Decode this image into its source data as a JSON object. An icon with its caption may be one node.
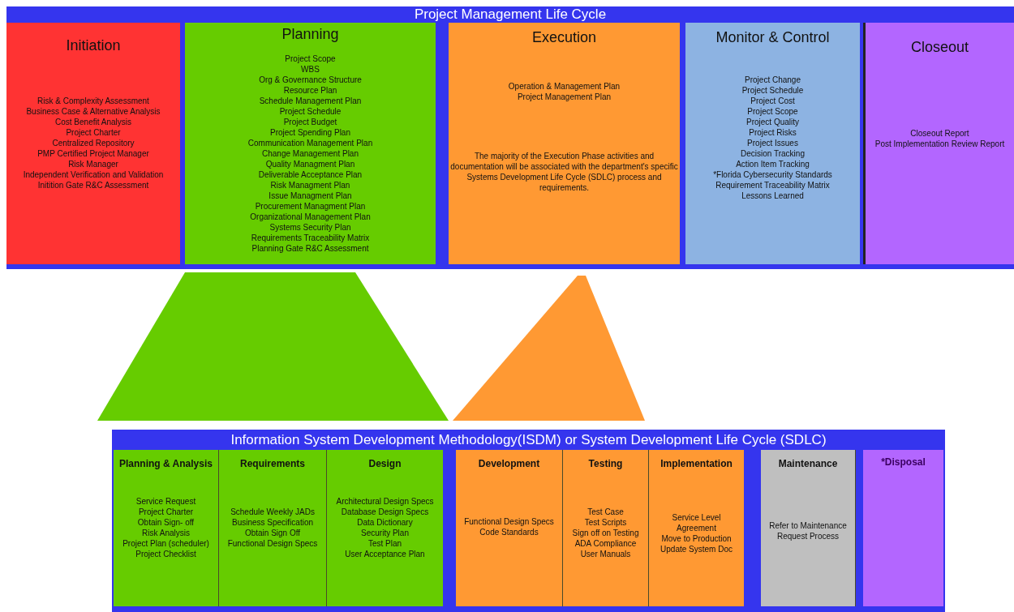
{
  "diagram": {
    "nodes": [
      {
        "text": [
          "Project Management Life Cycle"
        ]
      },
      {
        "text": [
          "Initiation",
          "Risk & Complexity Assessment",
          "Business  Case & Alternative Analysis",
          "Cost Benefit Analysis",
          "Project Charter",
          "Centralized Repository",
          "PMP Certified Project Manager",
          "Risk Manager",
          "Independent Verification and Validation",
          "Initition Gate R&C Assessment"
        ],
        "in": 0
      },
      {
        "text": [
          "Planning",
          "Project Scope",
          "WBS",
          "Org & Governance Structure",
          "Resource Plan",
          "Schedule Management Plan",
          "Project Schedule",
          "Project Budget",
          "Project Spending Plan",
          "Communication Management Plan",
          "Change Management Plan",
          "Quality Managment Plan",
          "Deliverable Acceptance Plan",
          "Risk Managment Plan",
          "Issue Managment Plan",
          "Procurement Managment Plan",
          "Organizational Management Plan",
          "Systems Security Plan",
          "Requirements Traceability Matrix",
          "Planning Gate R&C Assessment"
        ],
        "in": 0
      },
      {
        "text": [
          "Execution",
          "Operation & Management Plan",
          "Project Management Plan",
          "The majority of the Execution Phase activities and documentation will be associated with the department's specific Systems Development Life Cycle (SDLC) process and requirements."
        ],
        "in": 0
      },
      {
        "text": [
          "Monitor & Control",
          "Project Change",
          "Project Schedule",
          "Project Cost",
          "Project Scope",
          "Project Quality",
          "Project Risks",
          "Project Issues",
          "Decision Tracking",
          "Action Item Tracking",
          "*Florida Cybersecurity Standards",
          "Requirement Traceability Matrix",
          "Lessons Learned"
        ],
        "in": 0
      },
      {
        "text": [
          "Closeout",
          "Closeout Report",
          "Post Implementation Review Report"
        ],
        "in": 0
      },
      {
        "text": [],
        "shape": "trapezoid"
      },
      {
        "text": [],
        "shape": "trapezoid"
      },
      {
        "text": [
          "Information System Development Methodology(ISDM) or System Development Life Cycle (SDLC)"
        ]
      },
      {
        "text": [
          "Planning & Analysis",
          "Service Request",
          "Project Charter",
          "Obtain Sign- off",
          "Risk Analysis",
          "Project Plan (scheduler)",
          "Project Checklist"
        ],
        "in": 8
      },
      {
        "text": [
          "Requirements",
          "Schedule Weekly JADs",
          "Business Specification",
          "Obtain Sign Off",
          "Functional Design Specs"
        ],
        "in": 8
      },
      {
        "text": [
          "Design",
          "Architectural Design Specs",
          "Database Design Specs",
          "Data Dictionary",
          "Security Plan",
          "Test Plan",
          "User Acceptance Plan"
        ],
        "in": 8
      },
      {
        "text": [
          "Development",
          "Functional Design Specs",
          "Code Standards"
        ],
        "in": 8
      },
      {
        "text": [
          "Testing",
          "Test Case",
          "Test Scripts",
          "Sign off on Testing",
          "ADA Compliance",
          "User Manuals"
        ],
        "in": 8
      },
      {
        "text": [
          "Implementation",
          "Service Level Agreement",
          "Move to Production",
          "Update System Doc"
        ],
        "in": 8
      },
      {
        "text": [
          "Maintenance",
          "Refer to Maintenance Request Process"
        ],
        "in": 8
      },
      {
        "text": [
          "*Disposal"
        ],
        "in": 8
      }
    ]
  }
}
